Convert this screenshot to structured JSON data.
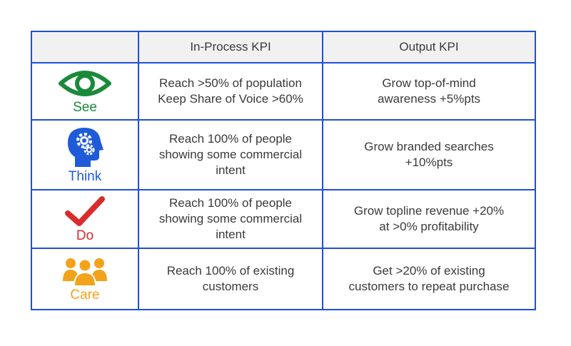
{
  "header": {
    "corner": "",
    "col1": "In-Process KPI",
    "col2": "Output KPI"
  },
  "rows": [
    {
      "stage": "See",
      "icon": "eye-icon",
      "color": "#1a8a3a",
      "in_process": [
        "Reach >50% of population",
        "Keep Share of Voice >60%"
      ],
      "output": [
        "Grow top-of-mind",
        "awareness +5%pts"
      ]
    },
    {
      "stage": "Think",
      "icon": "head-gears-icon",
      "color": "#1f5bd8",
      "in_process": [
        "Reach 100% of people",
        "showing some commercial",
        "intent"
      ],
      "output": [
        "Grow branded searches",
        "+10%pts"
      ]
    },
    {
      "stage": "Do",
      "icon": "checkmark-icon",
      "color": "#d92b2b",
      "in_process": [
        "Reach 100% of people",
        "showing some commercial",
        "intent"
      ],
      "output": [
        "Grow topline revenue +20%",
        "at >0% profitability"
      ]
    },
    {
      "stage": "Care",
      "icon": "people-group-icon",
      "color": "#f2a31b",
      "in_process": [
        "Reach 100% of existing",
        "customers"
      ],
      "output": [
        "Get >20% of existing",
        "customers to repeat purchase"
      ]
    }
  ]
}
